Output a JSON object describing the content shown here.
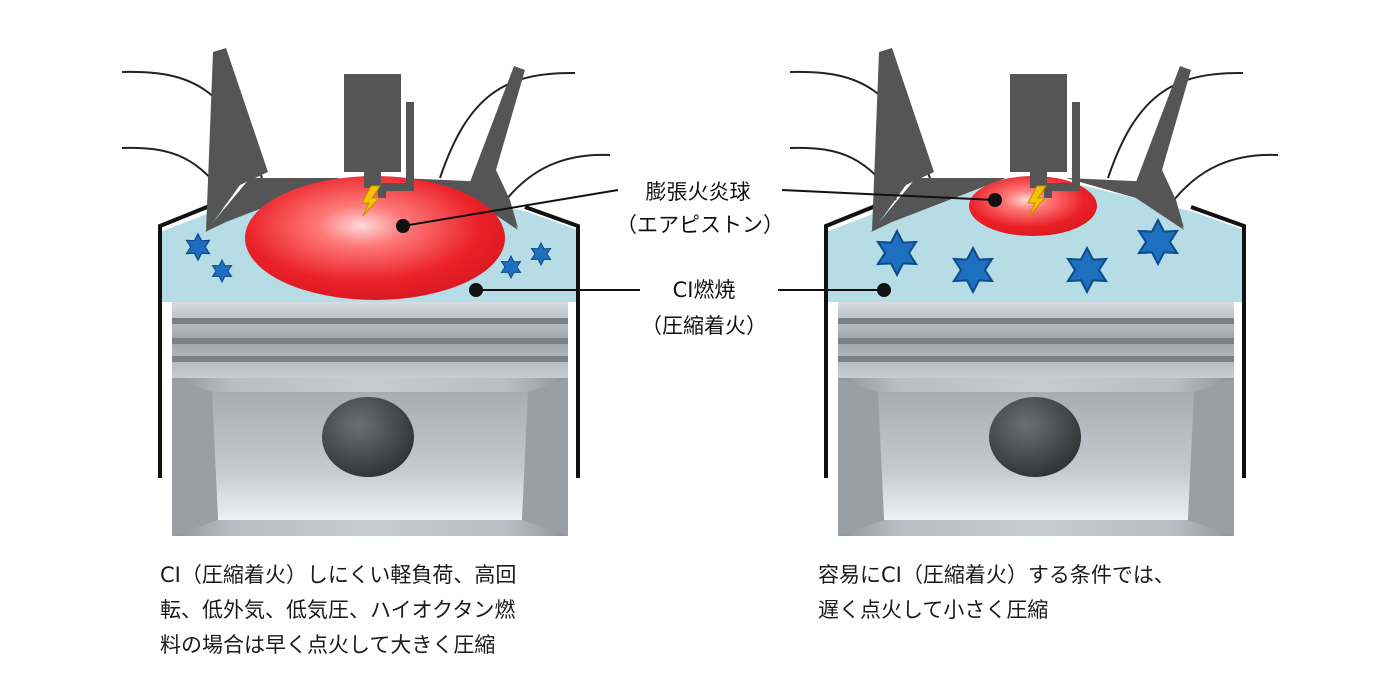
{
  "labels": {
    "fireball_line1": "膨張火炎球",
    "fireball_line2": "（エアピストン）",
    "ci_line1": "CI燃焼",
    "ci_line2": "（圧縮着火）"
  },
  "captions": {
    "left": [
      "CI（圧縮着火）しにくい軽負荷、高回",
      "転、低外気、低気圧、ハイオクタン燃",
      "料の場合は早く点火して大きく圧縮"
    ],
    "right": [
      "容易にCI（圧縮着火）する条件では、",
      "遅く点火して小さく圧縮"
    ]
  },
  "colors": {
    "fireball": "#e8202a",
    "chamber_air": "#b6dde5",
    "ci_star": "#1f6fc0",
    "piston": "#aeb2b8",
    "valve": "#555555",
    "spark": "#f5c400"
  },
  "icons": {
    "spark": "lightning-icon",
    "ci_point": "star-icon"
  }
}
